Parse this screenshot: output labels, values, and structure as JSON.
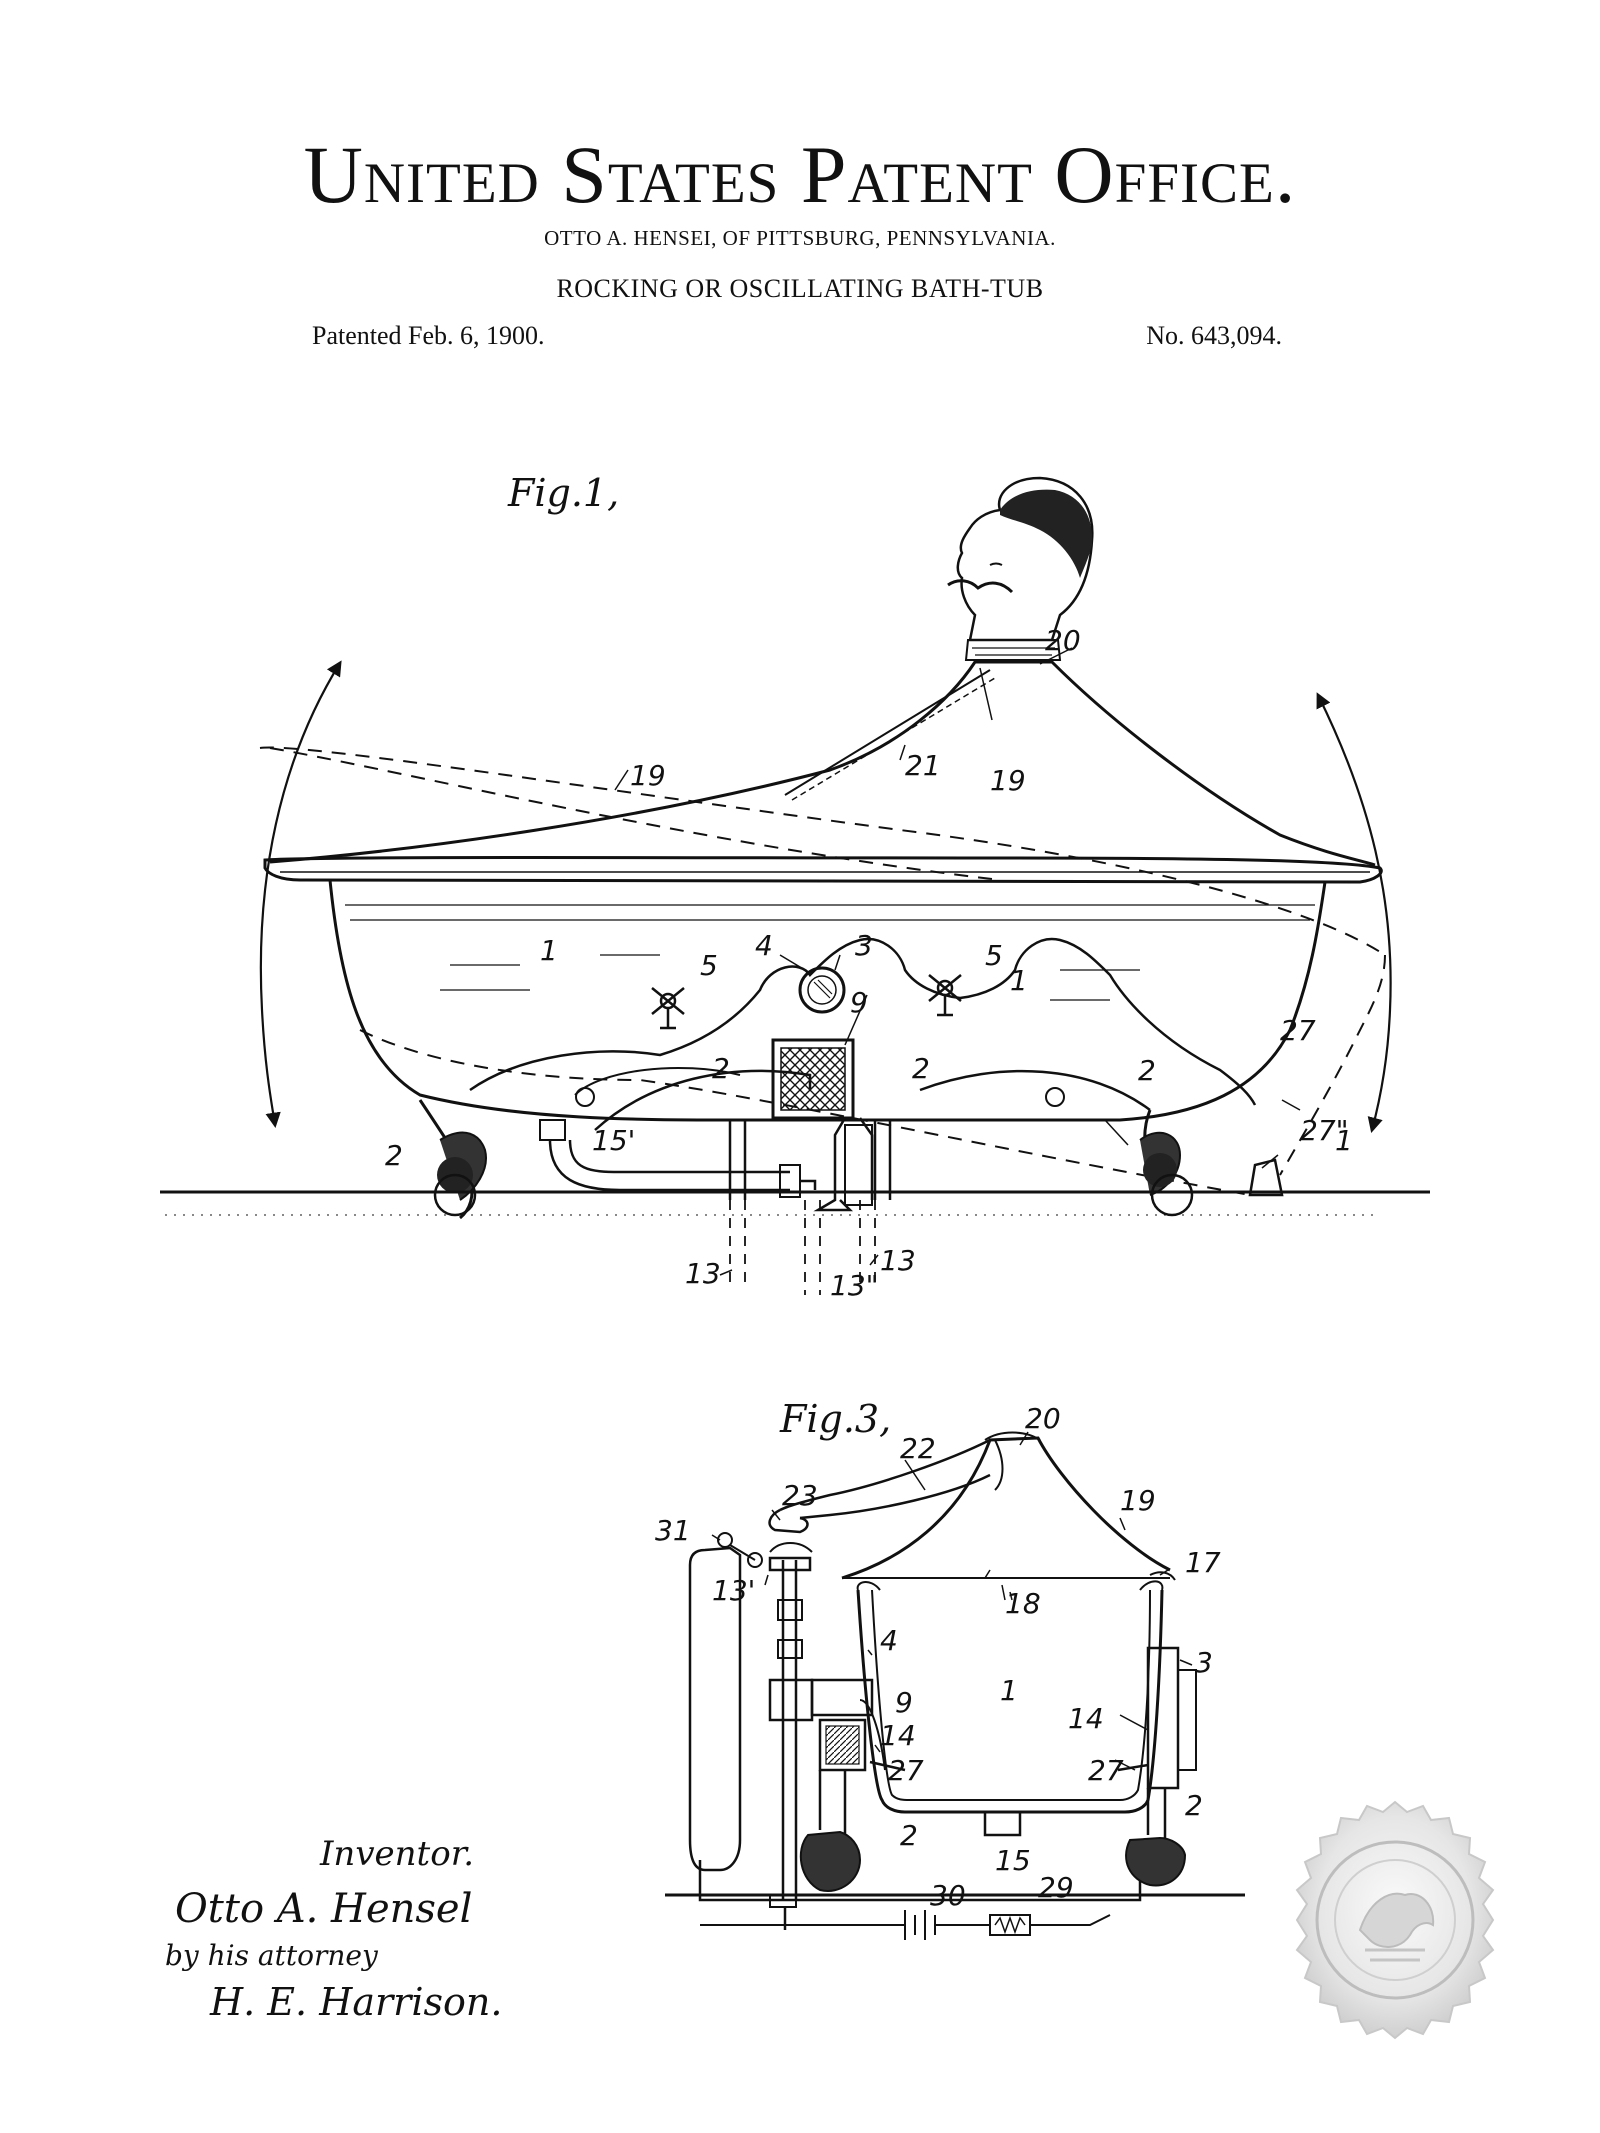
{
  "document": {
    "office": "United States Patent Office.",
    "inventor_line": "OTTO A. HENSEI, OF PITTSBURG, PENNSYLVANIA.",
    "invention_title": "ROCKING OR OSCILLATING BATH-TUB",
    "patented": "Patented Feb. 6, 1900.",
    "number": "No. 643,094."
  },
  "figure1": {
    "label": "Fig.1,",
    "refs": {
      "r19a": "19",
      "r19b": "19",
      "r20": "20",
      "r21": "21",
      "r1a": "1",
      "r1b": "1",
      "r1c": "1",
      "r2a": "2",
      "r2b": "2",
      "r2c": "2",
      "r2d": "2",
      "r3": "3",
      "r4": "4",
      "r5a": "5",
      "r5b": "5",
      "r9": "9",
      "r15p": "15'",
      "r27": "27",
      "r27pp": "27\"",
      "r13a": "13",
      "r13b": "13",
      "r13pp": "13\""
    }
  },
  "figure3": {
    "label": "Fig.3,",
    "refs": {
      "r20": "20",
      "r22": "22",
      "r23": "23",
      "r31": "31",
      "r13p": "13'",
      "r19": "19",
      "r17": "17",
      "r18": "18",
      "r1": "1",
      "r4": "4",
      "r3": "3",
      "r9": "9",
      "r14a": "14",
      "r14b": "14",
      "r27a": "27",
      "r27b": "27",
      "r2a": "2",
      "r2b": "2",
      "r15": "15",
      "r30": "30",
      "r29": "29"
    }
  },
  "signature": {
    "heading": "Inventor.",
    "name": "Otto A. Hensel",
    "by_line": "by his attorney",
    "attorney": "H. E. Harrison."
  }
}
